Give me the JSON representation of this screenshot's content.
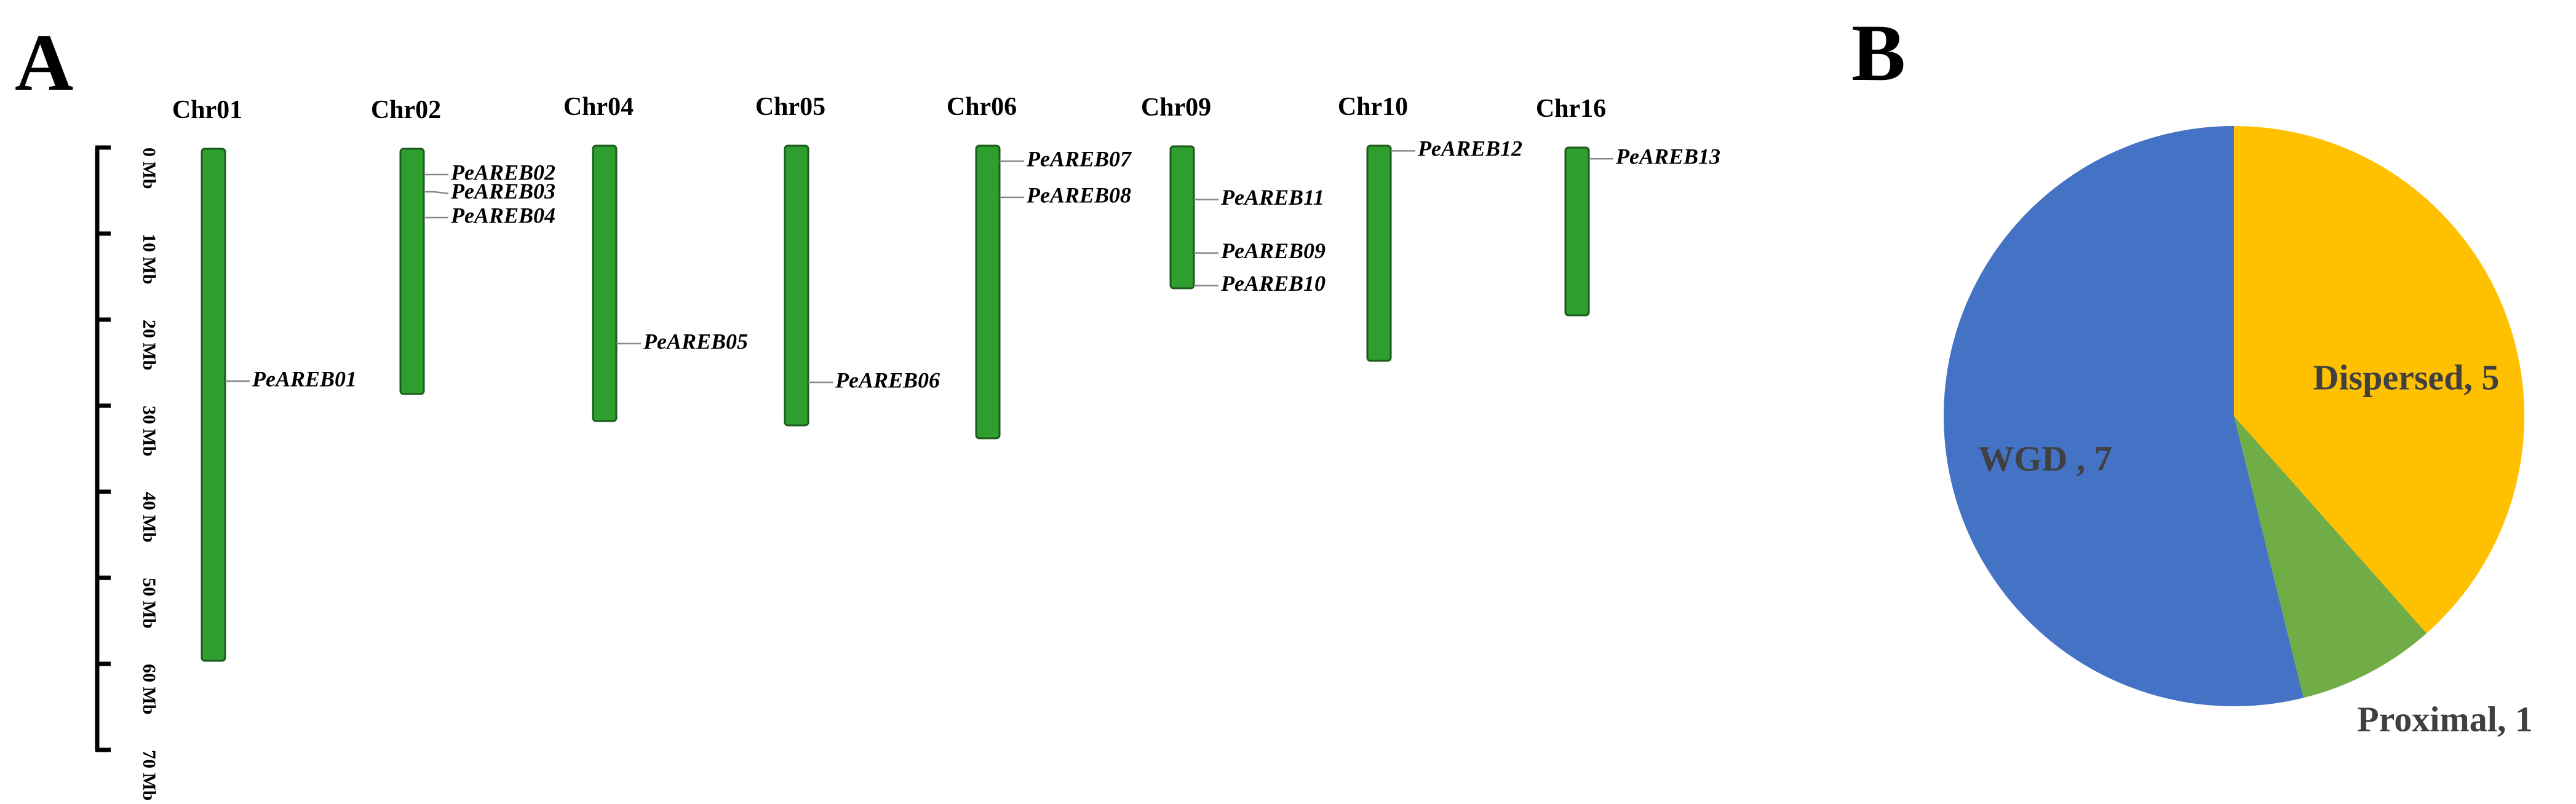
{
  "panels": {
    "a_label": "A",
    "b_label": "B"
  },
  "scale": {
    "ticks": [
      {
        "value": 0,
        "label": "0 Mb"
      },
      {
        "value": 10,
        "label": "10 Mb"
      },
      {
        "value": 20,
        "label": "20 Mb"
      },
      {
        "value": 30,
        "label": "30 Mb"
      },
      {
        "value": 40,
        "label": "40 Mb"
      },
      {
        "value": 50,
        "label": "50 Mb"
      },
      {
        "value": 60,
        "label": "60 Mb"
      },
      {
        "value": 70,
        "label": "70 Mb"
      }
    ]
  },
  "colors": {
    "chromosome": "#2e9e2e",
    "chromosome_border": "#1d5a1d",
    "wgd": "#4472c4",
    "proximal": "#70ad47",
    "dispersed": "#ffc000",
    "pie_label": "#404040"
  },
  "chromosomes": [
    {
      "name": "Chr01",
      "length": 59.5,
      "genes": [
        {
          "name": "PeAREB01",
          "pos": 27.0,
          "label_pos": 27.0
        }
      ]
    },
    {
      "name": "Chr02",
      "length": 28.5,
      "genes": [
        {
          "name": "PeAREB02",
          "pos": 3.0,
          "label_pos": 3.0
        },
        {
          "name": "PeAREB03",
          "pos": 5.0,
          "label_pos": 5.2
        },
        {
          "name": "PeAREB04",
          "pos": 8.0,
          "label_pos": 8.0
        }
      ]
    },
    {
      "name": "Chr04",
      "length": 32.0,
      "genes": [
        {
          "name": "PeAREB05",
          "pos": 23.0,
          "label_pos": 23.0
        }
      ]
    },
    {
      "name": "Chr05",
      "length": 32.5,
      "genes": [
        {
          "name": "PeAREB06",
          "pos": 27.5,
          "label_pos": 27.5
        }
      ]
    },
    {
      "name": "Chr06",
      "length": 34.0,
      "genes": [
        {
          "name": "PeAREB07",
          "pos": 1.8,
          "label_pos": 1.8
        },
        {
          "name": "PeAREB08",
          "pos": 6.0,
          "label_pos": 6.0
        }
      ]
    },
    {
      "name": "Chr09",
      "length": 16.5,
      "genes": [
        {
          "name": "PeAREB11",
          "pos": 6.2,
          "label_pos": 6.2
        },
        {
          "name": "PeAREB09",
          "pos": 12.4,
          "label_pos": 12.4
        },
        {
          "name": "PeAREB10",
          "pos": 16.2,
          "label_pos": 16.2
        }
      ]
    },
    {
      "name": "Chr10",
      "length": 25.0,
      "genes": [
        {
          "name": "PeAREB12",
          "pos": 0.6,
          "label_pos": 0.6
        }
      ]
    },
    {
      "name": "Chr16",
      "length": 19.5,
      "genes": [
        {
          "name": "PeAREB13",
          "pos": 1.3,
          "label_pos": 1.3
        }
      ]
    }
  ],
  "chart_data": {
    "type": "pie",
    "slices": [
      {
        "label": "Dispersed, 5",
        "name": "Dispersed",
        "value": 5
      },
      {
        "label": "Proximal, 1",
        "name": "Proximal",
        "value": 1
      },
      {
        "label": "WGD , 7",
        "name": "WGD",
        "value": 7
      }
    ],
    "start_angle_deg": 0,
    "direction": "clockwise"
  }
}
